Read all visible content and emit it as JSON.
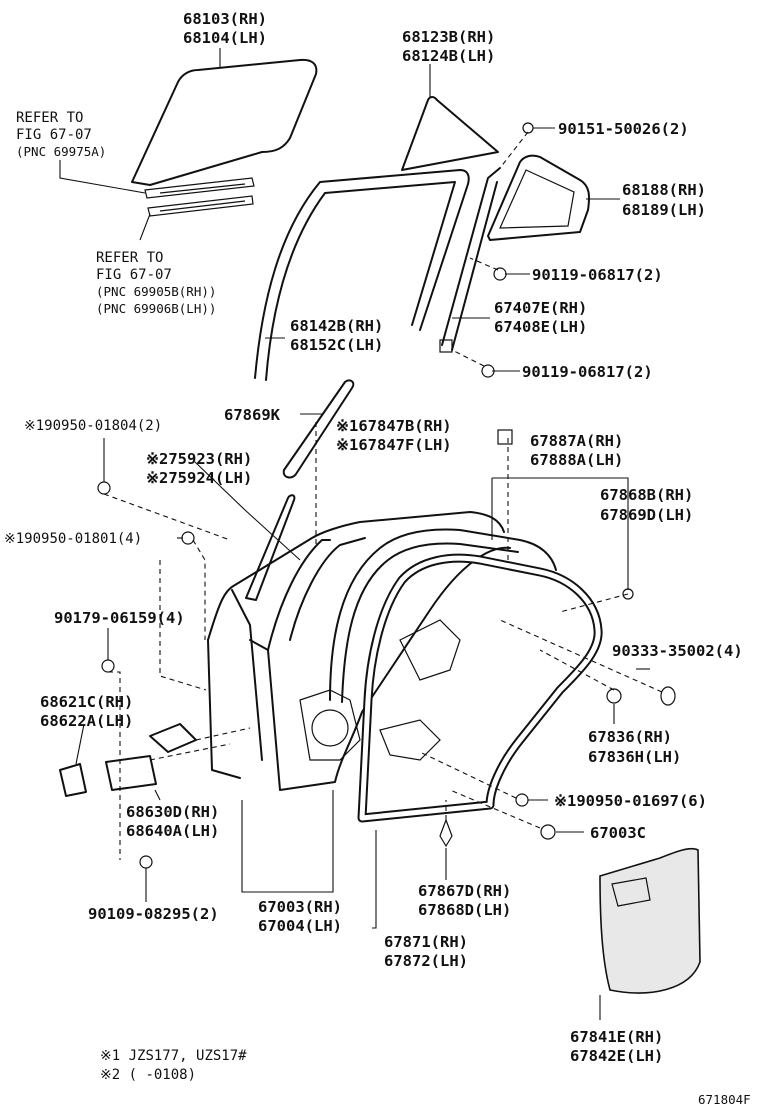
{
  "labels": {
    "glass_rh": "68103(RH)",
    "glass_lh": "68104(LH)",
    "qglass_rh": "68123B(RH)",
    "qglass_lh": "68124B(LH)",
    "refer1_a": "REFER TO",
    "refer1_b": "FIG 67-07",
    "refer1_c": "(PNC 69975A)",
    "screw_90151": "90151-50026(2)",
    "frame_rh": "68188(RH)",
    "frame_lh": "68189(LH)",
    "refer2_a": "REFER TO",
    "refer2_b": "FIG 67-07",
    "refer2_c": "(PNC 69905B(RH))",
    "refer2_d": "(PNC 69906B(LH))",
    "bolt_90119_a": "90119-06817(2)",
    "channel_rh": "67407E(RH)",
    "channel_lh": "67408E(LH)",
    "run_rh": "68142B(RH)",
    "run_lh": "68152C(LH)",
    "bolt_90119_b": "90119-06817(2)",
    "part_67869k": "67869K",
    "weather_rh": "※167847B(RH)",
    "weather_lh": "※167847F(LH)",
    "nut_90950_1804": "※190950-01804(2)",
    "seal_rh": "67887A(RH)",
    "seal_lh": "67888A(LH)",
    "mold_rh": "※275923(RH)",
    "mold_lh": "※275924(LH)",
    "strip_rh": "67868B(RH)",
    "strip_lh": "67869D(LH)",
    "nut_90950_1801": "※190950-01801(4)",
    "screw_90179": "90179-06159(4)",
    "hole_90333": "90333-35002(4)",
    "check_rh": "68621C(RH)",
    "check_lh": "68622A(LH)",
    "plug_rh": "67836(RH)",
    "plug_lh": "67836H(LH)",
    "hinge_rh": "68630D(RH)",
    "hinge_lh": "68640A(LH)",
    "clip_90950_1697": "※190950-01697(6)",
    "clip_67003c": "67003C",
    "bolt_90109": "90109-08295(2)",
    "door_rh": "67003(RH)",
    "door_lh": "67004(LH)",
    "clip_rh": "67867D(RH)",
    "clip_lh": "67868D(LH)",
    "weatherstrip_rh": "67871(RH)",
    "weatherstrip_lh": "67872(LH)",
    "cover_rh": "67841E(RH)",
    "cover_lh": "67842E(LH)",
    "note1": "※1 JZS177, UZS17#",
    "note2": "※2 (      -0108)",
    "fig_id": "671804F"
  }
}
